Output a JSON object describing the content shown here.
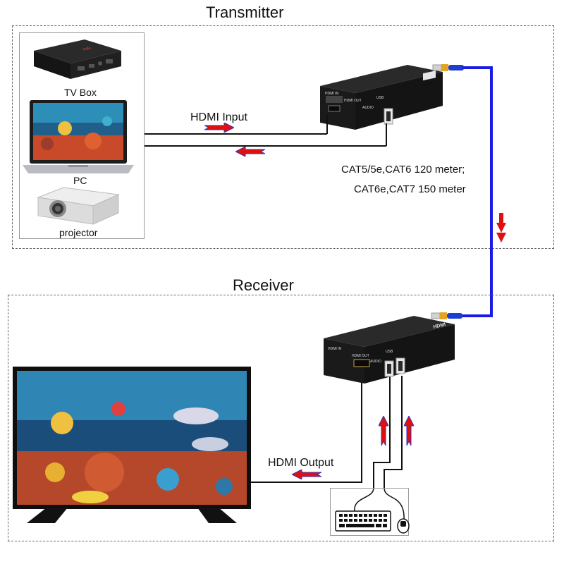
{
  "transmitter": {
    "title": "Transmitter",
    "devices": {
      "tv_box": "TV Box",
      "pc": "PC",
      "projector": "projector"
    },
    "hdmi_input_label": "HDMI Input"
  },
  "cable": {
    "line1": "CAT5/5e,CAT6 120 meter;",
    "line2": "CAT6e,CAT7 150 meter"
  },
  "receiver": {
    "title": "Receiver",
    "hdmi_output_label": "HDMI Output"
  },
  "extender_ports": {
    "hdmi_in": "HDMI IN",
    "hdmi_out": "HDMI OUT",
    "audio": "AUDIO",
    "usb": "USB",
    "brand": "HDMI"
  },
  "colors": {
    "cable_blue": "#1a1ae6",
    "arrow_red": "#e01010",
    "arrow_outline": "#3a2fb0",
    "device_black": "#1b1b1b"
  }
}
